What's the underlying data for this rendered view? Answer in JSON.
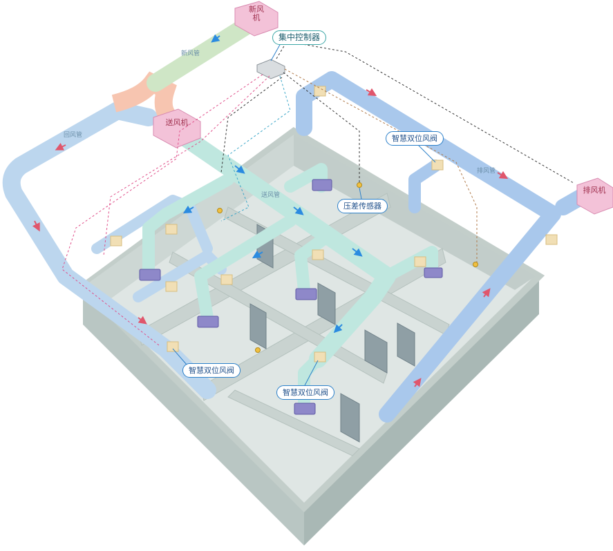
{
  "units": {
    "fresh_air": "新风机",
    "supply_fan": "送风机",
    "exhaust_fan": "排风机"
  },
  "callouts": {
    "controller": "集中控制器",
    "valve": "智慧双位风阀",
    "pressure_sensor": "压差传感器"
  },
  "duct_labels": {
    "fresh": "新风管",
    "return": "回风管",
    "supply": "送风管",
    "exhaust": "排风管"
  },
  "colors": {
    "supply_duct": "#bfe7df",
    "return_duct": "#bcd6ee",
    "exhaust_duct": "#a9c8ec",
    "fresh_duct": "#cfe6c6",
    "unit_box": "#f3c2d8",
    "mixing_duct": "#f7c5b0",
    "valve": "#f1dfb5",
    "building_floor": "#dfe6e4",
    "building_wall": "#c7d2cf",
    "controller_line": "#333333"
  }
}
